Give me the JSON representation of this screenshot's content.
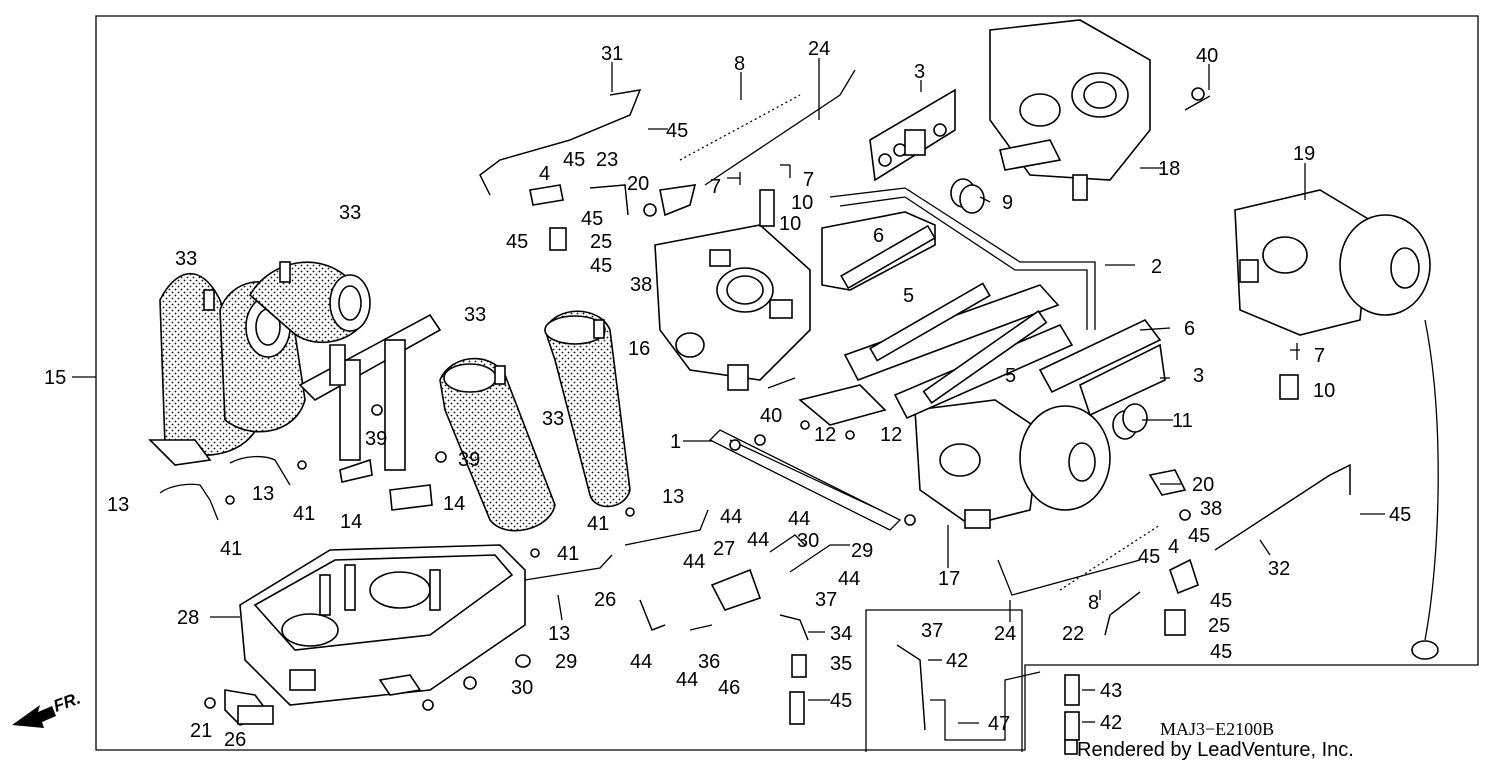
{
  "diagram": {
    "drawing_code": "MAJ3−E2100B",
    "credit": "Rendered by LeadVenture, Inc.",
    "direction_label": "FR.",
    "callouts": [
      {
        "id": "c31",
        "text": "31"
      },
      {
        "id": "c8a",
        "text": "8"
      },
      {
        "id": "c24a",
        "text": "24"
      },
      {
        "id": "c3a",
        "text": "3"
      },
      {
        "id": "c40a",
        "text": "40"
      },
      {
        "id": "c45a",
        "text": "45"
      },
      {
        "id": "c45b",
        "text": "45"
      },
      {
        "id": "c23",
        "text": "23"
      },
      {
        "id": "c4a",
        "text": "4"
      },
      {
        "id": "c20a",
        "text": "20"
      },
      {
        "id": "c7a",
        "text": "7"
      },
      {
        "id": "c7b",
        "text": "7"
      },
      {
        "id": "c10a",
        "text": "10"
      },
      {
        "id": "c10b",
        "text": "10"
      },
      {
        "id": "c9",
        "text": "9"
      },
      {
        "id": "c18",
        "text": "18"
      },
      {
        "id": "c19",
        "text": "19"
      },
      {
        "id": "c45c",
        "text": "45"
      },
      {
        "id": "c45d",
        "text": "45"
      },
      {
        "id": "c25a",
        "text": "25"
      },
      {
        "id": "c45e",
        "text": "45"
      },
      {
        "id": "c33a",
        "text": "33"
      },
      {
        "id": "c33b",
        "text": "33"
      },
      {
        "id": "c6a",
        "text": "6"
      },
      {
        "id": "c2",
        "text": "2"
      },
      {
        "id": "c38a",
        "text": "38"
      },
      {
        "id": "c5a",
        "text": "5"
      },
      {
        "id": "c6b",
        "text": "6"
      },
      {
        "id": "c33c",
        "text": "33"
      },
      {
        "id": "c16",
        "text": "16"
      },
      {
        "id": "c7c",
        "text": "7"
      },
      {
        "id": "c15",
        "text": "15"
      },
      {
        "id": "c33d",
        "text": "33"
      },
      {
        "id": "c5b",
        "text": "5"
      },
      {
        "id": "c3b",
        "text": "3"
      },
      {
        "id": "c40b",
        "text": "40"
      },
      {
        "id": "c10c",
        "text": "10"
      },
      {
        "id": "c39a",
        "text": "39"
      },
      {
        "id": "c12a",
        "text": "12"
      },
      {
        "id": "c12b",
        "text": "12"
      },
      {
        "id": "c11",
        "text": "11"
      },
      {
        "id": "c1",
        "text": "1"
      },
      {
        "id": "c39b",
        "text": "39"
      },
      {
        "id": "c20b",
        "text": "20"
      },
      {
        "id": "c13a",
        "text": "13"
      },
      {
        "id": "c13b",
        "text": "13"
      },
      {
        "id": "c41a",
        "text": "41"
      },
      {
        "id": "c14a",
        "text": "14"
      },
      {
        "id": "c13c",
        "text": "13"
      },
      {
        "id": "c38b",
        "text": "38"
      },
      {
        "id": "c45f",
        "text": "45"
      },
      {
        "id": "c41b",
        "text": "41"
      },
      {
        "id": "c14b",
        "text": "14"
      },
      {
        "id": "c44a",
        "text": "44"
      },
      {
        "id": "c44b",
        "text": "44"
      },
      {
        "id": "c41c",
        "text": "41"
      },
      {
        "id": "c45g",
        "text": "45"
      },
      {
        "id": "c27",
        "text": "27"
      },
      {
        "id": "c44c",
        "text": "44"
      },
      {
        "id": "c30a",
        "text": "30"
      },
      {
        "id": "c29a",
        "text": "29"
      },
      {
        "id": "c4b",
        "text": "4"
      },
      {
        "id": "c32",
        "text": "32"
      },
      {
        "id": "c44d",
        "text": "44"
      },
      {
        "id": "c41d",
        "text": "41"
      },
      {
        "id": "c17",
        "text": "17"
      },
      {
        "id": "c45h",
        "text": "45"
      },
      {
        "id": "c44e",
        "text": "44"
      },
      {
        "id": "c37a",
        "text": "37"
      },
      {
        "id": "c8b",
        "text": "8"
      },
      {
        "id": "c45i",
        "text": "45"
      },
      {
        "id": "c28",
        "text": "28"
      },
      {
        "id": "c13d",
        "text": "13"
      },
      {
        "id": "c34",
        "text": "34"
      },
      {
        "id": "c24b",
        "text": "24"
      },
      {
        "id": "c22",
        "text": "22"
      },
      {
        "id": "c25b",
        "text": "25"
      },
      {
        "id": "c37b",
        "text": "37"
      },
      {
        "id": "c45j",
        "text": "45"
      },
      {
        "id": "c26a",
        "text": "26"
      },
      {
        "id": "c29b",
        "text": "29"
      },
      {
        "id": "c44f",
        "text": "44"
      },
      {
        "id": "c36",
        "text": "36"
      },
      {
        "id": "c35",
        "text": "35"
      },
      {
        "id": "c42a",
        "text": "42"
      },
      {
        "id": "c30b",
        "text": "30"
      },
      {
        "id": "c44g",
        "text": "44"
      },
      {
        "id": "c46",
        "text": "46"
      },
      {
        "id": "c43",
        "text": "43"
      },
      {
        "id": "c45k",
        "text": "45"
      },
      {
        "id": "c47",
        "text": "47"
      },
      {
        "id": "c42b",
        "text": "42"
      },
      {
        "id": "c21",
        "text": "21"
      },
      {
        "id": "c26b",
        "text": "26"
      }
    ]
  }
}
